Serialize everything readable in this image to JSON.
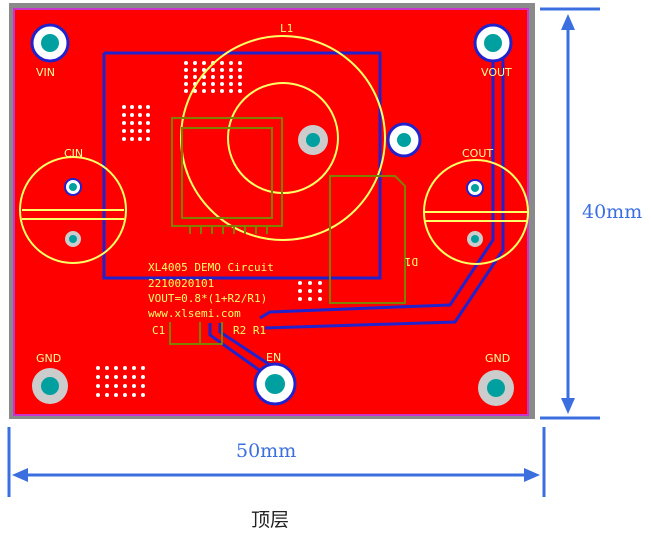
{
  "board": {
    "labels": {
      "vin": "VIN",
      "vout": "VOUT",
      "cin": "CIN",
      "cout": "COUT",
      "gnd_left": "GND",
      "gnd_right": "GND",
      "en": "EN",
      "inductor": "L1",
      "diode": "D1",
      "cap_c1": "C1",
      "resistors": "R2 R1"
    },
    "silkscreen_text": [
      "XL4005 DEMO Circuit",
      "2210020101",
      "VOUT=0.8*(1+R2/R1)",
      "www.xlsemi.com"
    ],
    "colors": {
      "copper": "#ff0000",
      "silkscreen": "#ffff66",
      "trace_blue": "#2222cc",
      "edge": "#8a8a8a",
      "dimension": "#3b6fe0",
      "pad_fill": "#00a0a0"
    }
  },
  "dimensions": {
    "height": "40mm",
    "width": "50mm"
  },
  "caption": "顶层"
}
